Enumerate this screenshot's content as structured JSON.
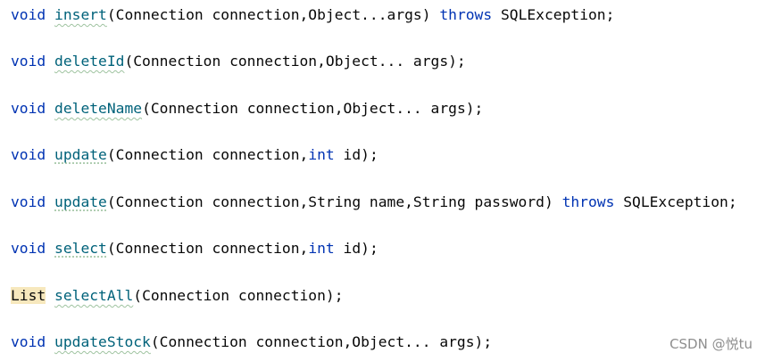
{
  "colors": {
    "background": "#ffffff",
    "keyword": "#0033b3",
    "method_name": "#00627a",
    "plain_text": "#080808",
    "highlight": "#f7e8bd",
    "watermark": "#8e8e8e"
  },
  "lines": [
    {
      "ret": "void",
      "method": "insert",
      "params_a": "(Connection connection,Object...args) ",
      "throws": "throws",
      "params_b": " SQLException;"
    },
    {
      "ret": "void",
      "method": "deleteId",
      "params": "(Connection connection,Object... args);"
    },
    {
      "ret": "void",
      "method": "deleteName",
      "params": "(Connection connection,Object... args);"
    },
    {
      "ret": "void",
      "method": "update",
      "params_a": "(Connection connection,",
      "int_kw": "int",
      "params_b": " id);"
    },
    {
      "ret": "void",
      "method": "update",
      "params_a": "(Connection connection,String name,String password) ",
      "throws": "throws",
      "params_b": " SQLException;"
    },
    {
      "ret": "void",
      "method": "select",
      "params_a": "(Connection connection,",
      "int_kw": "int",
      "params_b": " id);"
    },
    {
      "ret": "List",
      "method": "selectAll",
      "params": "(Connection connection);"
    },
    {
      "ret": "void",
      "method": "updateStock",
      "params": "(Connection connection,Object... args);"
    }
  ],
  "watermark": "CSDN @悦tu"
}
